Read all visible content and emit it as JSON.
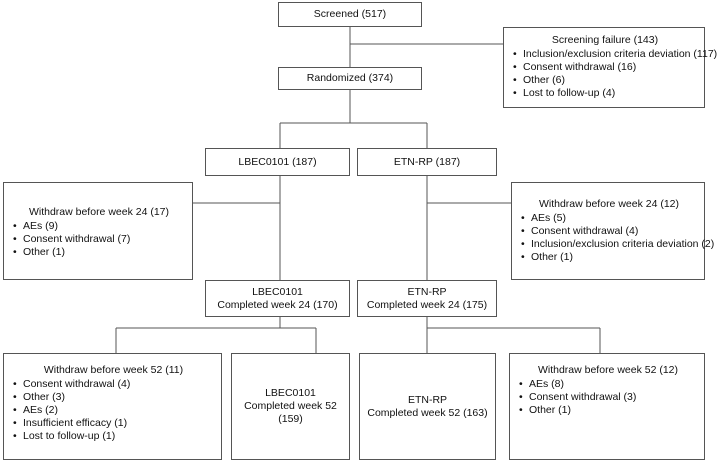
{
  "flowchart": {
    "screened": "Screened (517)",
    "screening_failure": {
      "title": "Screening failure (143)",
      "items": [
        "Inclusion/exclusion criteria deviation (117)",
        "Consent withdrawal (16)",
        "Other (6)",
        "Lost to follow-up (4)"
      ]
    },
    "randomized": "Randomized (374)",
    "arm_lbec": "LBEC0101 (187)",
    "arm_etn": "ETN-RP (187)",
    "withdraw24_lbec": {
      "title": "Withdraw before week 24 (17)",
      "items": [
        "AEs (9)",
        "Consent withdrawal (7)",
        "Other (1)"
      ]
    },
    "withdraw24_etn": {
      "title": "Withdraw before week 24 (12)",
      "items": [
        "AEs (5)",
        "Consent withdrawal (4)",
        "Inclusion/exclusion criteria deviation (2)",
        "Other (1)"
      ]
    },
    "completed24_lbec": {
      "line1": "LBEC0101",
      "line2": "Completed week 24 (170)"
    },
    "completed24_etn": {
      "line1": "ETN-RP",
      "line2": "Completed week 24 (175)"
    },
    "withdraw52_lbec": {
      "title": "Withdraw before week 52 (11)",
      "items": [
        "Consent withdrawal (4)",
        "Other (3)",
        "AEs (2)",
        "Insufficient efficacy (1)",
        "Lost to follow-up (1)"
      ]
    },
    "completed52_lbec": {
      "line1": "LBEC0101",
      "line2": "Completed week 52 (159)"
    },
    "completed52_etn": {
      "line1": "ETN-RP",
      "line2": "Completed week 52 (163)"
    },
    "withdraw52_etn": {
      "title": "Withdraw before week 52  (12)",
      "items": [
        "AEs (8)",
        "Consent withdrawal (3)",
        "Other (1)"
      ]
    }
  }
}
